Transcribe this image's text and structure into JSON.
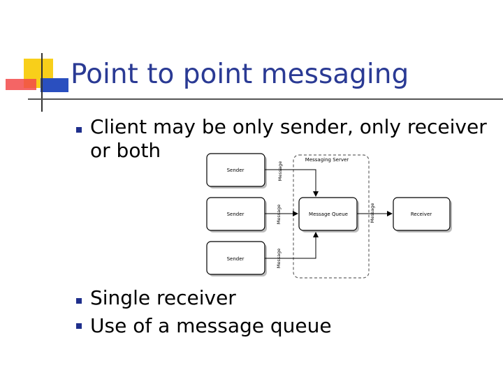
{
  "slide": {
    "title": "Point to point messaging",
    "bullets": [
      {
        "line1": "Client may be only sender, only receiver",
        "line2": "or both"
      },
      {
        "line1": "Single receiver"
      },
      {
        "line1": "Use of a message queue"
      }
    ]
  },
  "diagram": {
    "server_label": "Messaging Server",
    "senders": [
      "Sender",
      "Sender",
      "Sender"
    ],
    "queue": "Message Queue",
    "receiver": "Receiver",
    "message_labels": [
      "Message",
      "Message",
      "Message",
      "Message"
    ]
  },
  "colors": {
    "title": "#2a3a94",
    "bullet": "#1f2f8c",
    "accent_yellow": "#f8cf1a",
    "accent_red": "#f24a4a",
    "accent_blue": "#2a4fbf"
  }
}
